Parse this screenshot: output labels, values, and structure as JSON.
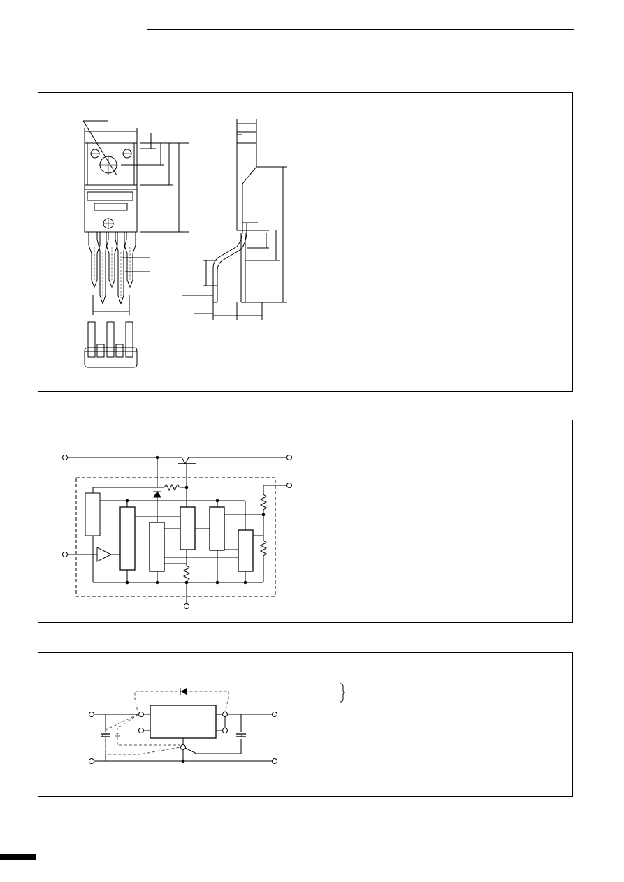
{
  "page": {
    "header_text": "",
    "sections": [
      {
        "id": "outline-dimensions",
        "caption": ""
      },
      {
        "id": "equivalent-circuit-block-diagram",
        "caption": ""
      },
      {
        "id": "standard-connection-diagram",
        "caption": ""
      }
    ]
  },
  "colors": {
    "line": "#000000",
    "dashed": "#555555",
    "background": "#ffffff"
  }
}
